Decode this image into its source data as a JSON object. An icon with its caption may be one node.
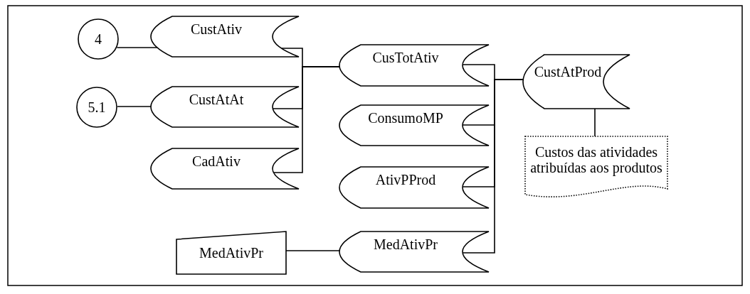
{
  "diagram": {
    "nodes": [
      {
        "text": [
          "4"
        ]
      },
      {
        "text": [
          "CustAtiv"
        ]
      },
      {
        "text": [
          "5.1"
        ]
      },
      {
        "text": [
          "CustAtAt"
        ]
      },
      {
        "text": [
          "CadAtiv"
        ]
      },
      {
        "text": [
          "CusTotAtiv"
        ]
      },
      {
        "text": [
          "ConsumoMP"
        ]
      },
      {
        "text": [
          "AtivPProd"
        ]
      },
      {
        "text": [
          "MedAtivPr"
        ]
      },
      {
        "text": [
          "MedAtivPr"
        ]
      },
      {
        "text": [
          "CustAtProd"
        ]
      },
      {
        "text": [
          "Custos das atividades atribuídas aos produtos"
        ]
      }
    ],
    "edges": [
      {
        "from": 0,
        "to": 1,
        "arrow": "none"
      },
      {
        "from": 2,
        "to": 3,
        "arrow": "none"
      },
      {
        "from": 1,
        "to": 5,
        "arrow": "none"
      },
      {
        "from": 3,
        "to": 5,
        "arrow": "none"
      },
      {
        "from": 4,
        "to": 5,
        "arrow": "none"
      },
      {
        "from": 5,
        "to": 10,
        "arrow": "none"
      },
      {
        "from": 6,
        "to": 10,
        "arrow": "none"
      },
      {
        "from": 7,
        "to": 10,
        "arrow": "none"
      },
      {
        "from": 9,
        "to": 10,
        "arrow": "none"
      },
      {
        "from": 8,
        "to": 9,
        "arrow": "none"
      },
      {
        "from": 10,
        "to": 11,
        "arrow": "none"
      }
    ]
  }
}
